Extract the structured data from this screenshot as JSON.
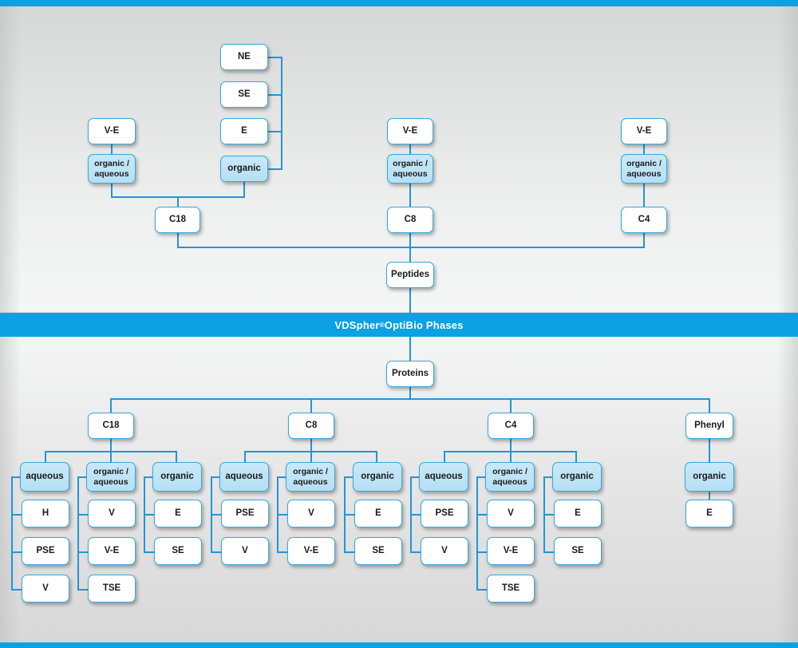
{
  "banner": {
    "brand": "VDSpher",
    "registered": "®",
    "suffix": " OptiBio Phases"
  },
  "colors": {
    "accent": "#0ba1e2",
    "line": "#2196d6",
    "node_border": "#37a8dd",
    "node_blue_fill": "#c0e4f6",
    "node_white_fill": "#ffffff",
    "background_light": "#f4f5f5",
    "background_dark": "#d7d7d7",
    "banner_text": "#ffffff"
  },
  "peptides": {
    "root_label": "Peptides",
    "columns": [
      {
        "sorbent": "C18",
        "modes": [
          {
            "label": "organic /\naqueous",
            "label_line1": "organic /",
            "label_line2": "aqueous",
            "highlighted": true,
            "children": [
              "V-E"
            ]
          },
          {
            "label": "organic",
            "highlighted": true,
            "children": [
              "NE",
              "SE",
              "E"
            ]
          }
        ]
      },
      {
        "sorbent": "C8",
        "modes": [
          {
            "label_line1": "organic /",
            "label_line2": "aqueous",
            "highlighted": true,
            "children": [
              "V-E"
            ]
          }
        ]
      },
      {
        "sorbent": "C4",
        "modes": [
          {
            "label_line1": "organic /",
            "label_line2": "aqueous",
            "highlighted": true,
            "children": [
              "V-E"
            ]
          }
        ]
      }
    ]
  },
  "proteins": {
    "root_label": "Proteins",
    "columns": [
      {
        "sorbent": "C18",
        "modes": [
          {
            "label": "aqueous",
            "highlighted": true,
            "children": [
              "H",
              "PSE",
              "V"
            ]
          },
          {
            "label_line1": "organic /",
            "label_line2": "aqueous",
            "highlighted": true,
            "children": [
              "V",
              "V-E",
              "TSE"
            ]
          },
          {
            "label": "organic",
            "highlighted": true,
            "children": [
              "E",
              "SE"
            ]
          }
        ]
      },
      {
        "sorbent": "C8",
        "modes": [
          {
            "label": "aqueous",
            "highlighted": true,
            "children": [
              "PSE",
              "V"
            ]
          },
          {
            "label_line1": "organic /",
            "label_line2": "aqueous",
            "highlighted": true,
            "children": [
              "V",
              "V-E"
            ]
          },
          {
            "label": "organic",
            "highlighted": true,
            "children": [
              "E",
              "SE"
            ]
          }
        ]
      },
      {
        "sorbent": "C4",
        "modes": [
          {
            "label": "aqueous",
            "highlighted": true,
            "children": [
              "PSE",
              "V"
            ]
          },
          {
            "label_line1": "organic /",
            "label_line2": "aqueous",
            "highlighted": true,
            "children": [
              "V",
              "V-E",
              "TSE"
            ]
          },
          {
            "label": "organic",
            "highlighted": true,
            "children": [
              "E",
              "SE"
            ]
          }
        ]
      },
      {
        "sorbent": "Phenyl",
        "modes": [
          {
            "label": "organic",
            "highlighted": true,
            "children": [
              "E"
            ]
          }
        ]
      }
    ]
  },
  "nodes": {
    "p_c18_ve": "V-E",
    "p_c18_oa_1": "organic /",
    "p_c18_oa_2": "aqueous",
    "p_c18_ne": "NE",
    "p_c18_se": "SE",
    "p_c18_e": "E",
    "p_c18_org": "organic",
    "p_c18": "C18",
    "p_c8_ve": "V-E",
    "p_c8_oa_1": "organic /",
    "p_c8_oa_2": "aqueous",
    "p_c8": "C8",
    "p_c4_ve": "V-E",
    "p_c4_oa_1": "organic /",
    "p_c4_oa_2": "aqueous",
    "p_c4": "C4",
    "peptides": "Peptides",
    "proteins": "Proteins",
    "r_c18": "C18",
    "r_c8": "C8",
    "r_c4": "C4",
    "r_phenyl": "Phenyl",
    "r_c18_aq": "aqueous",
    "r_c18_aq_1": "H",
    "r_c18_aq_2": "PSE",
    "r_c18_aq_3": "V",
    "r_c18_oa_1": "organic /",
    "r_c18_oa_2": "aqueous",
    "r_c18_oa_c1": "V",
    "r_c18_oa_c2": "V-E",
    "r_c18_oa_c3": "TSE",
    "r_c18_org": "organic",
    "r_c18_org_c1": "E",
    "r_c18_org_c2": "SE",
    "r_c8_aq": "aqueous",
    "r_c8_aq_1": "PSE",
    "r_c8_aq_2": "V",
    "r_c8_oa_1": "organic /",
    "r_c8_oa_2": "aqueous",
    "r_c8_oa_c1": "V",
    "r_c8_oa_c2": "V-E",
    "r_c8_org": "organic",
    "r_c8_org_c1": "E",
    "r_c8_org_c2": "SE",
    "r_c4_aq": "aqueous",
    "r_c4_aq_1": "PSE",
    "r_c4_aq_2": "V",
    "r_c4_oa_1": "organic /",
    "r_c4_oa_2": "aqueous",
    "r_c4_oa_c1": "V",
    "r_c4_oa_c2": "V-E",
    "r_c4_oa_c3": "TSE",
    "r_c4_org": "organic",
    "r_c4_org_c1": "E",
    "r_c4_org_c2": "SE",
    "r_ph_org": "organic",
    "r_ph_org_c1": "E"
  }
}
